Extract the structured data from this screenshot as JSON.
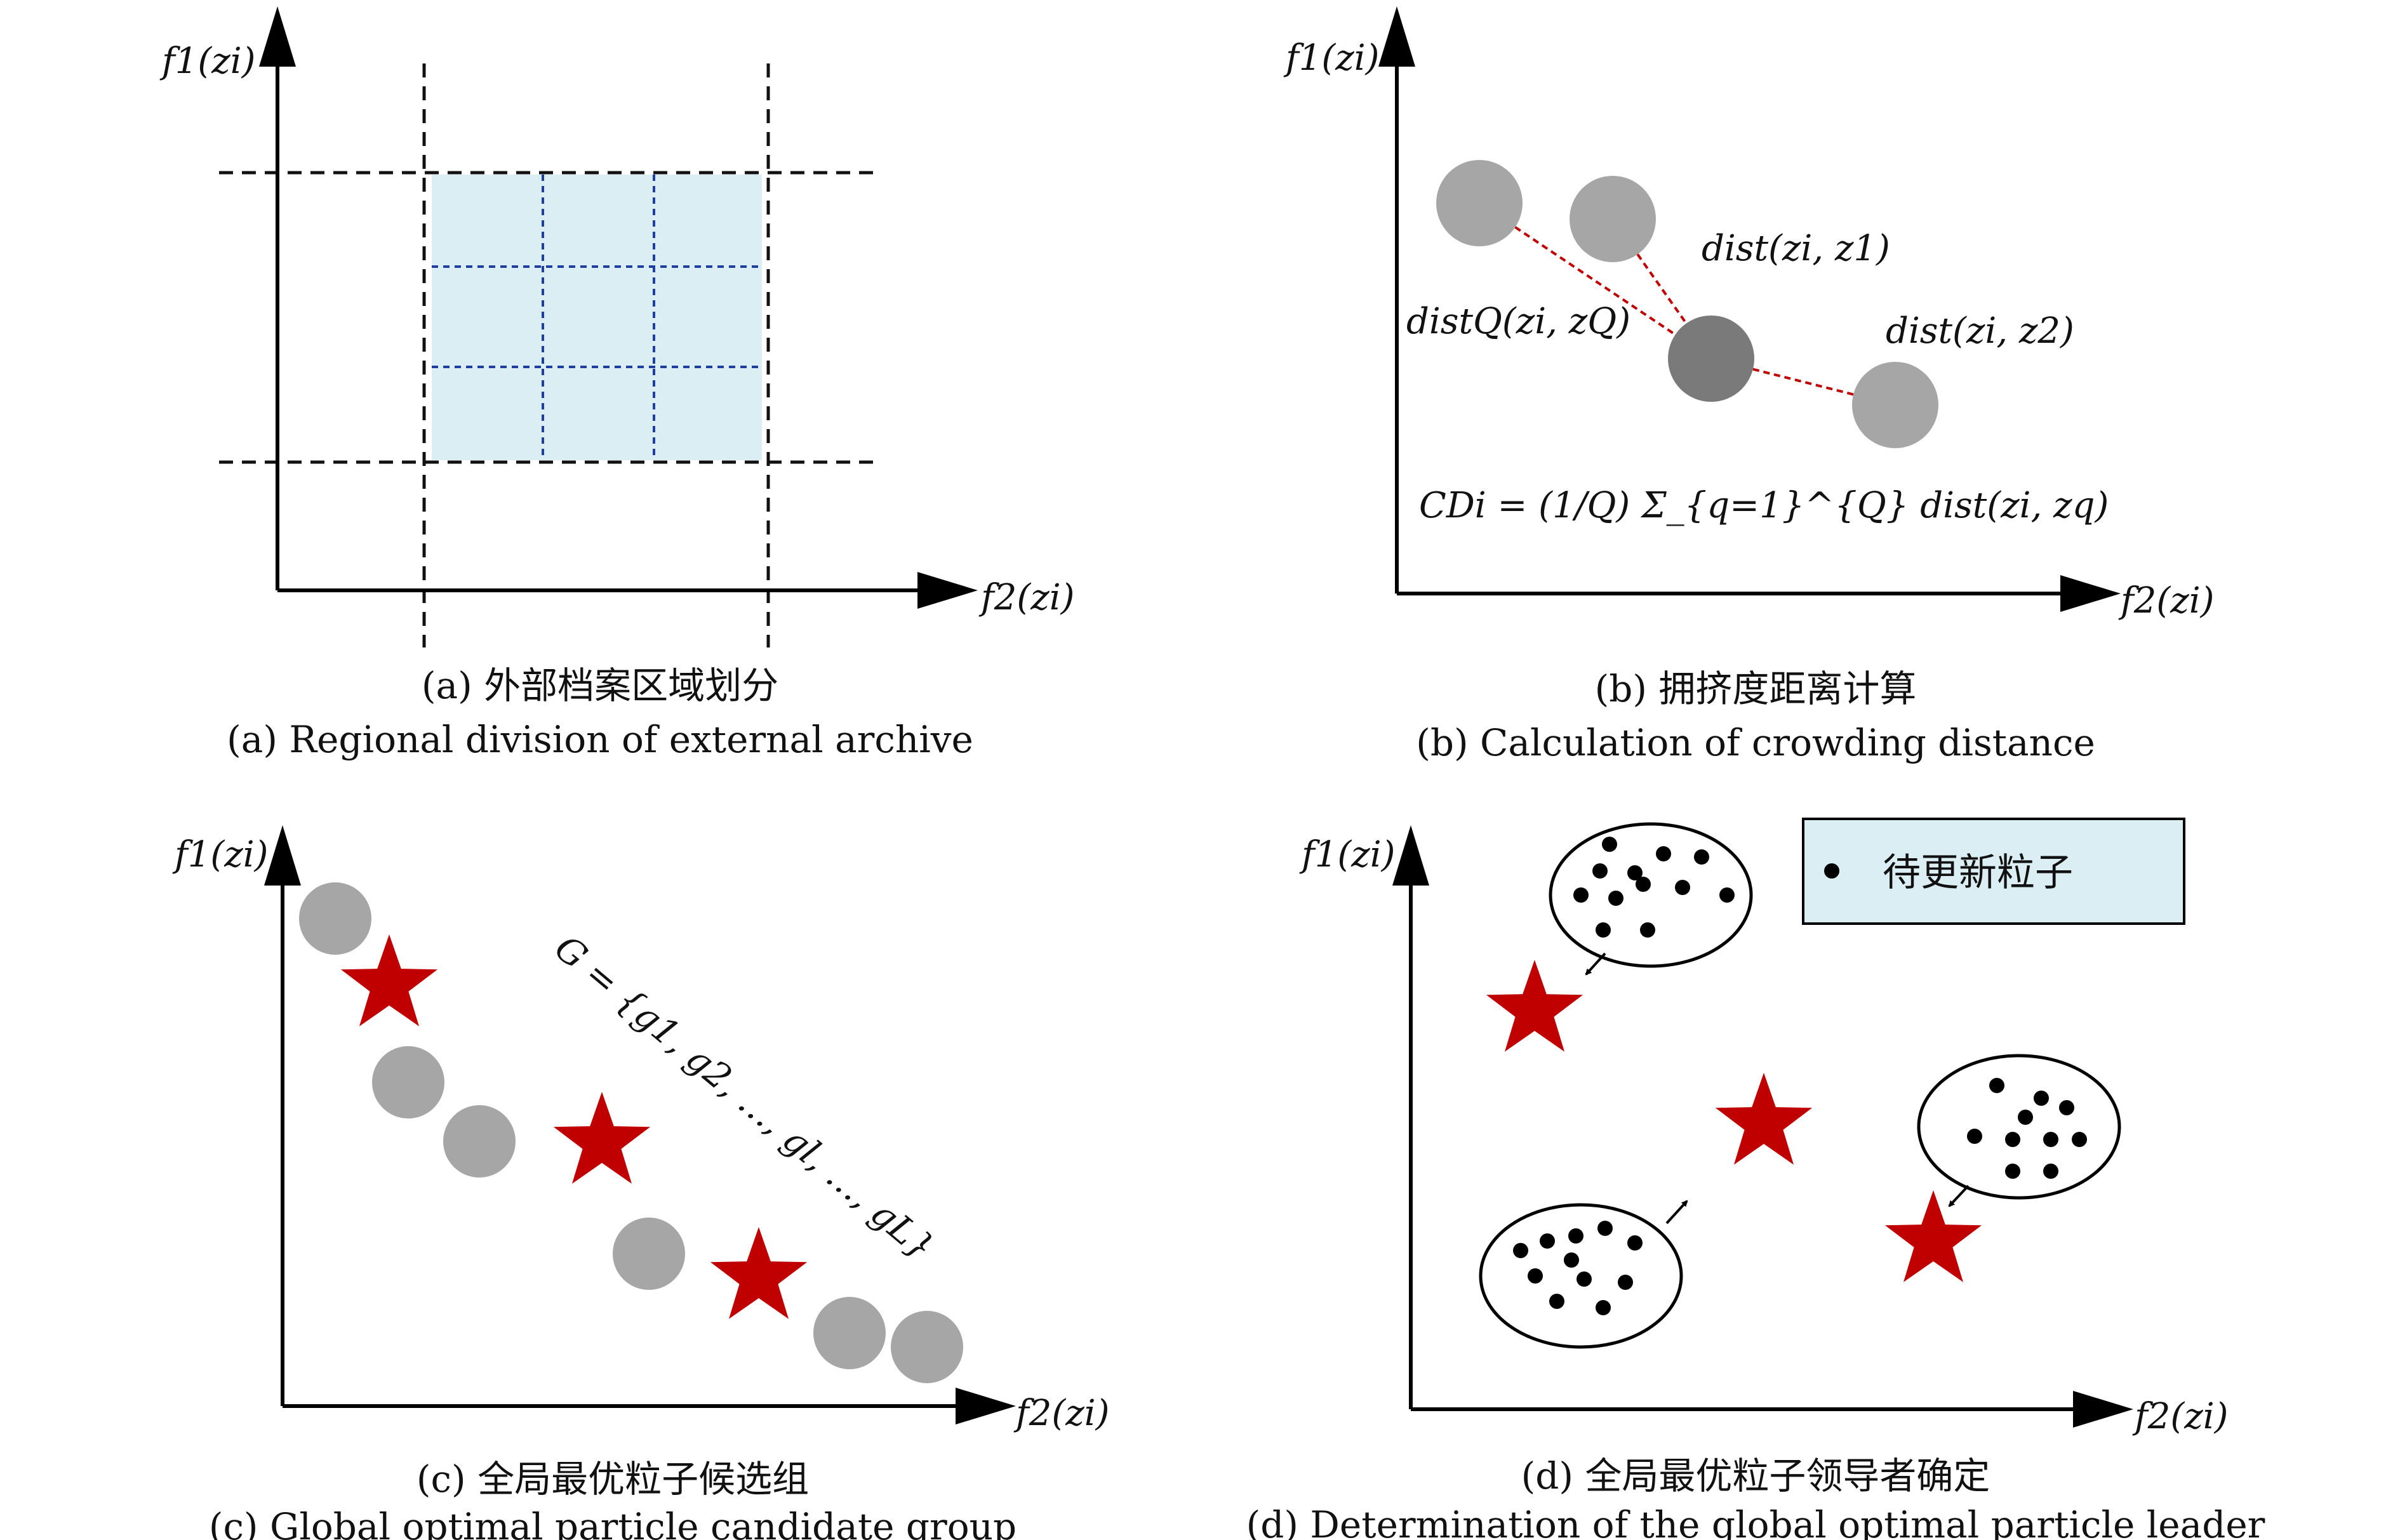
{
  "colors": {
    "grid_fill": "#dbeef3",
    "grid_dash_blue": "#1f3fa0",
    "circle_gray": "#a6a6a6",
    "circle_dark": "#7a7a7a",
    "star_red": "#c00000",
    "legend_fill": "#dbeef3",
    "dist_line": "#c00000"
  },
  "panel_a": {
    "y_axis_label": "f1(zi)",
    "x_axis_label": "f2(zi)",
    "caption_cn": "(a) 外部档案区域划分",
    "caption_en": "(a) Regional division of external archive"
  },
  "panel_b": {
    "y_axis_label": "f1(zi)",
    "x_axis_label": "f2(zi)",
    "label_dist_1": "dist(zi, z1)",
    "label_dist_2": "dist(zi, z2)",
    "label_dist_q": "distQ(zi, zQ)",
    "formula": "CDi = (1/Q) Σ_{q=1}^{Q} dist(zi, zq)",
    "caption_cn": "(b) 拥挤度距离计算",
    "caption_en": "(b) Calculation of crowding distance"
  },
  "panel_c": {
    "y_axis_label": "f1(zi)",
    "x_axis_label": "f2(zi)",
    "set_label": "G = {g1, g2, …, gl, …, gL}",
    "caption_cn": "(c) 全局最优粒子候选组",
    "caption_en": "(c) Global optimal particle candidate group"
  },
  "panel_d": {
    "y_axis_label": "f1(zi)",
    "x_axis_label": "f2(zi)",
    "legend_text": "待更新粒子",
    "caption_cn": "(d) 全局最优粒子领导者确定",
    "caption_en": "(d) Determination of the global optimal particle leader"
  }
}
